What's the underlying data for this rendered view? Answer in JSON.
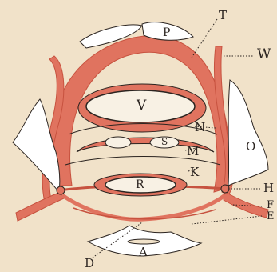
{
  "colors": {
    "paper": "#f1e2c9",
    "muscle": "#e0735f",
    "muscle_dark": "#c7523f",
    "ink": "#2b2420",
    "organ": "#f8f1e4"
  },
  "labels": {
    "T": "T",
    "W": "W",
    "O": "O",
    "H": "H",
    "F": "F",
    "E": "E",
    "D": "D",
    "A": "A",
    "N": "N",
    "M": "M",
    "K": "K",
    "P": "P",
    "V": "V",
    "S": "S",
    "R": "R"
  }
}
